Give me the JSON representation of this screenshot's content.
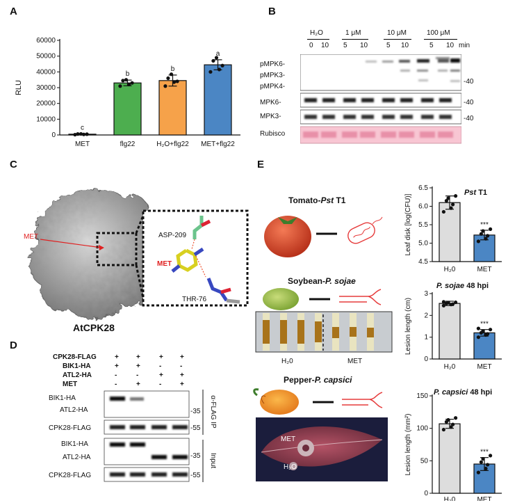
{
  "panel_labels": {
    "a": "A",
    "b": "B",
    "c": "C",
    "d": "D",
    "e": "E"
  },
  "colors": {
    "met": "#e6e6e6",
    "flg22": "#4dae4f",
    "h2o_flg22": "#f6a24a",
    "met_flg22": "#4b86c4",
    "pst_h2o": "#dddddd",
    "pst_met": "#4b86c4",
    "tomato": "#d9442a",
    "bacteria": "#e63b3b",
    "pepper_body": "#f08a1c",
    "leaf": "#8a3a4a",
    "protein": "#a7a7a7"
  },
  "chart_data": [
    {
      "type": "bar",
      "panel": "A",
      "ylabel": "RLU",
      "ylim": [
        0,
        60000
      ],
      "yticks": [
        0,
        10000,
        20000,
        30000,
        40000,
        50000,
        60000
      ],
      "categories": [
        "MET",
        "flg22",
        "H2O+flg22",
        "MET+flg22"
      ],
      "category_display": [
        "MET",
        "flg22",
        "H₂O+flg22",
        "MET+flg22"
      ],
      "values": [
        500,
        33000,
        34500,
        44500
      ],
      "errors": [
        200,
        1800,
        3500,
        3200
      ],
      "letters": [
        "c",
        "b",
        "b",
        "a"
      ],
      "points": [
        [
          200,
          350,
          500,
          600,
          700
        ],
        [
          31000,
          32000,
          33000,
          34500,
          35000
        ],
        [
          31000,
          33500,
          34000,
          36000,
          38500
        ],
        [
          40000,
          41500,
          44000,
          47000,
          49000
        ]
      ]
    },
    {
      "type": "bar",
      "panel": "E1",
      "title": "T1",
      "title_italic": "Pst",
      "ylabel": "Leaf disk [log(CFU)]",
      "ylim": [
        4.5,
        6.5
      ],
      "yticks": [
        4.5,
        5.0,
        5.5,
        6.0,
        6.5
      ],
      "categories": [
        "H2O",
        "MET"
      ],
      "category_display": [
        "H₂0",
        "MET"
      ],
      "values": [
        6.1,
        5.22
      ],
      "errors": [
        0.18,
        0.13
      ],
      "significance": "***",
      "points": [
        [
          5.85,
          5.95,
          6.05,
          6.15,
          6.22,
          6.28
        ],
        [
          5.05,
          5.12,
          5.2,
          5.25,
          5.33,
          5.38
        ]
      ]
    },
    {
      "type": "bar",
      "panel": "E2",
      "title": "48 hpi",
      "title_italic": "P. sojae",
      "ylabel": "Lesion length (cm)",
      "ylim": [
        0,
        3
      ],
      "yticks": [
        0,
        1,
        2,
        3
      ],
      "categories": [
        "H2O",
        "MET"
      ],
      "category_display": [
        "H₂0",
        "MET"
      ],
      "values": [
        2.55,
        1.2
      ],
      "errors": [
        0.1,
        0.15
      ],
      "significance": "***",
      "points": [
        [
          2.45,
          2.5,
          2.52,
          2.55,
          2.58,
          2.6,
          2.62
        ],
        [
          1.0,
          1.1,
          1.15,
          1.2,
          1.28,
          1.35,
          1.4
        ]
      ]
    },
    {
      "type": "bar",
      "panel": "E3",
      "title": "48 hpi",
      "title_italic": "P. capsici",
      "ylabel": "Lesion length (mm²)",
      "ylim": [
        0,
        150
      ],
      "yticks": [
        0,
        50,
        100,
        150
      ],
      "categories": [
        "H2O",
        "MET"
      ],
      "category_display": [
        "H₂0",
        "MET"
      ],
      "values": [
        107,
        45
      ],
      "errors": [
        7,
        10
      ],
      "significance": "***",
      "points": [
        [
          98,
          102,
          106,
          110,
          113,
          116
        ],
        [
          32,
          38,
          44,
          48,
          53,
          58
        ]
      ]
    }
  ],
  "panel_b": {
    "header_h2o": "H₂O",
    "conc": [
      "1 μM",
      "10 μM",
      "100 μM"
    ],
    "times": [
      "0",
      "10",
      "5",
      "10",
      "5",
      "10",
      "5",
      "10"
    ],
    "min_label": "min",
    "rows": [
      "pMPK6-",
      "pMPK3-",
      "pMPK4-",
      "MPK6-",
      "MPK3-",
      "Rubisco"
    ],
    "markers": [
      "-40",
      "-40",
      "-40"
    ]
  },
  "panel_c": {
    "met_label": "MET",
    "protein_name": "AtCPK28",
    "residues": [
      "ASP-209",
      "THR-76"
    ],
    "ligand": "MET"
  },
  "panel_d": {
    "conditions": [
      {
        "label": "CPK28-FLAG",
        "values": [
          "+",
          "+",
          "+",
          "+"
        ]
      },
      {
        "label": "BIK1-HA",
        "values": [
          "+",
          "+",
          "-",
          "-"
        ]
      },
      {
        "label": "ATL2-HA",
        "values": [
          "-",
          "-",
          "+",
          "+"
        ]
      },
      {
        "label": "MET",
        "values": [
          "-",
          "+",
          "-",
          "+"
        ]
      }
    ],
    "ip_label": "α-FLAG IP",
    "input_label": "Input",
    "blot_labels": [
      "BIK1-HA",
      "ATL2-HA",
      "CPK28-FLAG",
      "BIK1-HA",
      "ATL2-HA",
      "CPK28-FLAG"
    ],
    "markers": [
      "-35",
      "-55",
      "-35",
      "-55"
    ]
  },
  "panel_e": {
    "tomato": {
      "host": "Tomato-",
      "pathogen": "Pst",
      "strain": " T1"
    },
    "soybean": {
      "host": "Soybean-",
      "pathogen": "P. sojae",
      "left": "H₂0",
      "right": "MET"
    },
    "pepper": {
      "host": "Pepper-",
      "pathogen": "P. capsici",
      "met": "MET",
      "h2o": "H₂O"
    }
  }
}
